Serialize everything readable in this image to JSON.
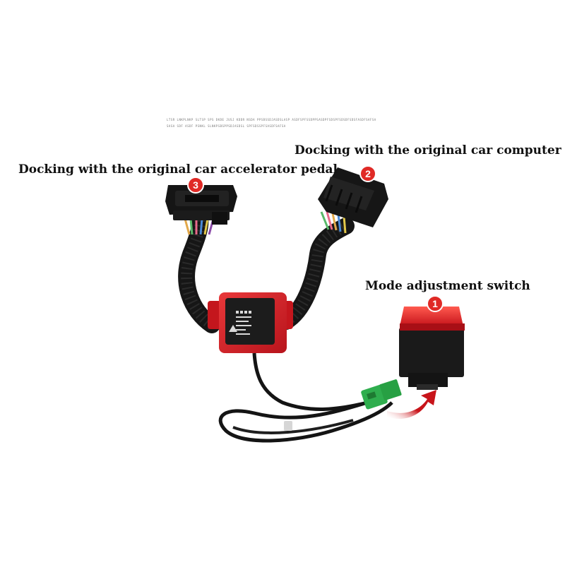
{
  "labels": {
    "computer": "Docking with the original car computer",
    "pedal": "Docking with the original car accelerator pedal",
    "switch": "Mode adjustment switch"
  },
  "badges": [
    "1",
    "2",
    "3"
  ],
  "fine_print": {
    "line1": "LTSR LNKPLNKP SLTSP SPS DKDE JUSJ KDDR NSDA PPSBSSDJASDSLASP ASDFSPFSSDPPSASDPFSDSPFSDSDFSDSFASDFSAFSA",
    "line2": "SASA SDF ASDF PSNKL SLNKPSBSPPSDJASDSL SPFSDSSPFSASDFSAFSA"
  },
  "colors": {
    "module_red": "#d41f26",
    "badge_red": "#e02a26",
    "connector_green": "#2fae4e",
    "harness_black": "#161616",
    "arrow_red": "#c8141a"
  },
  "icons": [
    "badge-1-icon",
    "badge-2-icon",
    "badge-3-icon",
    "curved-arrow-icon"
  ]
}
